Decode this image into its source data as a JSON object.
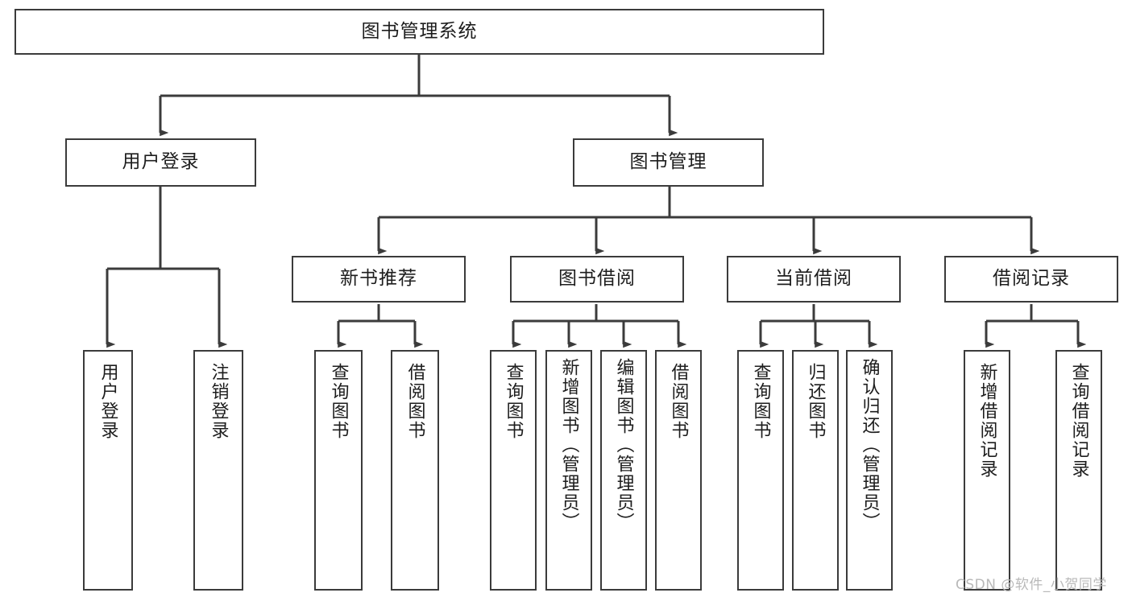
{
  "diagram": {
    "type": "tree",
    "title": "图书管理系统",
    "orientation": "top-down",
    "colors": {
      "background": "#ffffff",
      "box_border": "#3b3b3b",
      "box_fill": "#ffffff",
      "edge": "#3b3b3b",
      "text": "#1d1d1d",
      "watermark": "#b9b9b9"
    },
    "nodes": {
      "root": {
        "label": "图书管理系统"
      },
      "level1": [
        {
          "id": "user_login",
          "label": "用户登录"
        },
        {
          "id": "book_manage",
          "label": "图书管理"
        }
      ],
      "level2": [
        {
          "id": "new_book_rec",
          "label": "新书推荐"
        },
        {
          "id": "book_borrow",
          "label": "图书借阅"
        },
        {
          "id": "current_borrow",
          "label": "当前借阅"
        },
        {
          "id": "borrow_record",
          "label": "借阅记录"
        }
      ],
      "leaves": {
        "user_login": [
          {
            "id": "leaf_user_login",
            "label": "用户登录"
          },
          {
            "id": "leaf_logout",
            "label": "注销登录"
          }
        ],
        "new_book_rec": [
          {
            "id": "leaf_query_book_1",
            "label": "查询图书"
          },
          {
            "id": "leaf_borrow_book_1",
            "label": "借阅图书"
          }
        ],
        "book_borrow": [
          {
            "id": "leaf_query_book_2",
            "label": "查询图书"
          },
          {
            "id": "leaf_add_book",
            "label": "新增图书（管理员）"
          },
          {
            "id": "leaf_edit_book",
            "label": "编辑图书（管理员）"
          },
          {
            "id": "leaf_borrow_book_2",
            "label": "借阅图书"
          }
        ],
        "current_borrow": [
          {
            "id": "leaf_query_book_3",
            "label": "查询图书"
          },
          {
            "id": "leaf_return_book",
            "label": "归还图书"
          },
          {
            "id": "leaf_confirm_return",
            "label": "确认归还（管理员）"
          }
        ],
        "borrow_record": [
          {
            "id": "leaf_add_record",
            "label": "新增借阅记录"
          },
          {
            "id": "leaf_query_record",
            "label": "查询借阅记录"
          }
        ]
      }
    },
    "watermark": "CSDN @软件_小贺同学"
  }
}
